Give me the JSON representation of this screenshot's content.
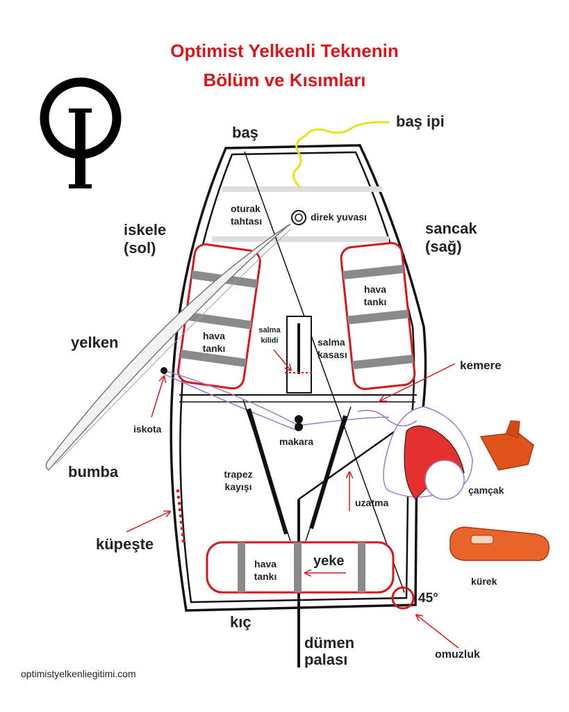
{
  "title": {
    "line1": "Optimist Yelkenli Teknenin",
    "line2": "Bölüm ve Kısımları"
  },
  "logo": {
    "icon": "optimist-class-logo"
  },
  "labels": {
    "bas": "baş",
    "bas_ipi": "baş ipi",
    "iskele": "iskele",
    "iskele_sol": "(sol)",
    "sancak": "sancak",
    "sancak_sag": "(sağ)",
    "oturak_line1": "oturak",
    "oturak_line2": "tahtası",
    "direk_yuvasi": "direk yuvası",
    "hava_line1": "hava",
    "hava_line2": "tankı",
    "salma_kilidi_line1": "salma",
    "salma_kilidi_line2": "kilidi",
    "salma_kasasi_line1": "salma",
    "salma_kasasi_line2": "kasası",
    "yelken": "yelken",
    "kemere": "kemere",
    "iskota": "iskota",
    "makara": "makara",
    "bumba": "bumba",
    "trapez_line1": "trapez",
    "trapez_line2": "kayışı",
    "uzatma": "uzatma",
    "camcak": "çamçak",
    "kupeste": "küpeşte",
    "yeke": "yeke",
    "kurek": "kürek",
    "kic": "kıç",
    "derece": "45°",
    "dumen_line1": "dümen",
    "dumen_line2": "palası",
    "omuzluk": "omuzluk"
  },
  "footer": "optimistyelkenliegitimi.com",
  "colors": {
    "accent_red": "#d9161c",
    "hull": "#111111",
    "tank_strap": "#8a8a8a",
    "yellow_rope": "#e8e21a",
    "orange": "#d9561c"
  }
}
